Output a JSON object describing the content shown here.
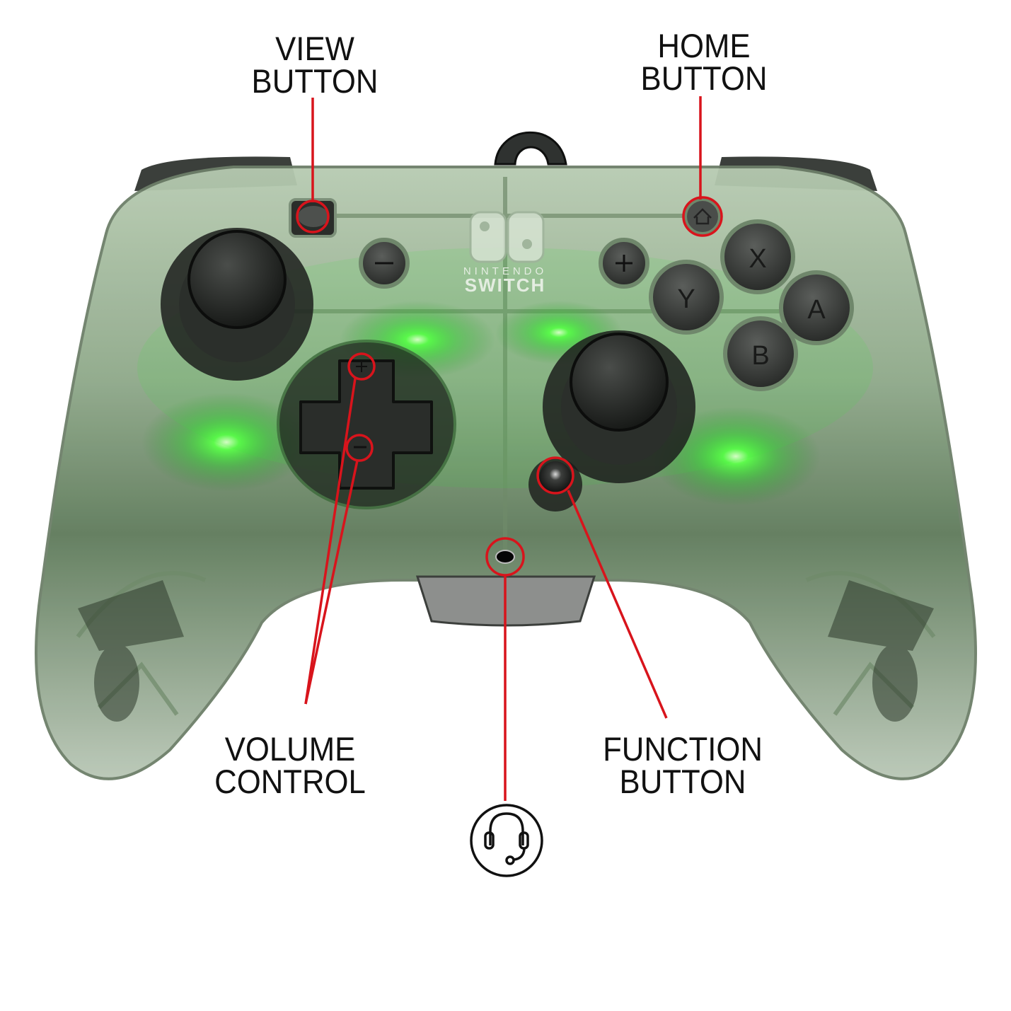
{
  "product": {
    "brand_logo_line1": "NINTENDO",
    "brand_logo_line2": "SWITCH",
    "face_buttons": [
      "X",
      "Y",
      "A",
      "B"
    ],
    "minus_symbol": "−",
    "plus_symbol": "+",
    "body_color": "#9fb89a",
    "glow_color": "#39e83a"
  },
  "callouts": {
    "view_button": {
      "line1": "VIEW",
      "line2": "BUTTON"
    },
    "home_button": {
      "line1": "HOME",
      "line2": "BUTTON"
    },
    "volume_control": {
      "line1": "VOLUME",
      "line2": "CONTROL"
    },
    "function_button": {
      "line1": "FUNCTION",
      "line2": "BUTTON"
    },
    "audio_jack": {
      "icon": "headset-icon"
    }
  },
  "colors": {
    "callout_red": "#d8141c",
    "label_text": "#111111",
    "background": "#ffffff"
  }
}
